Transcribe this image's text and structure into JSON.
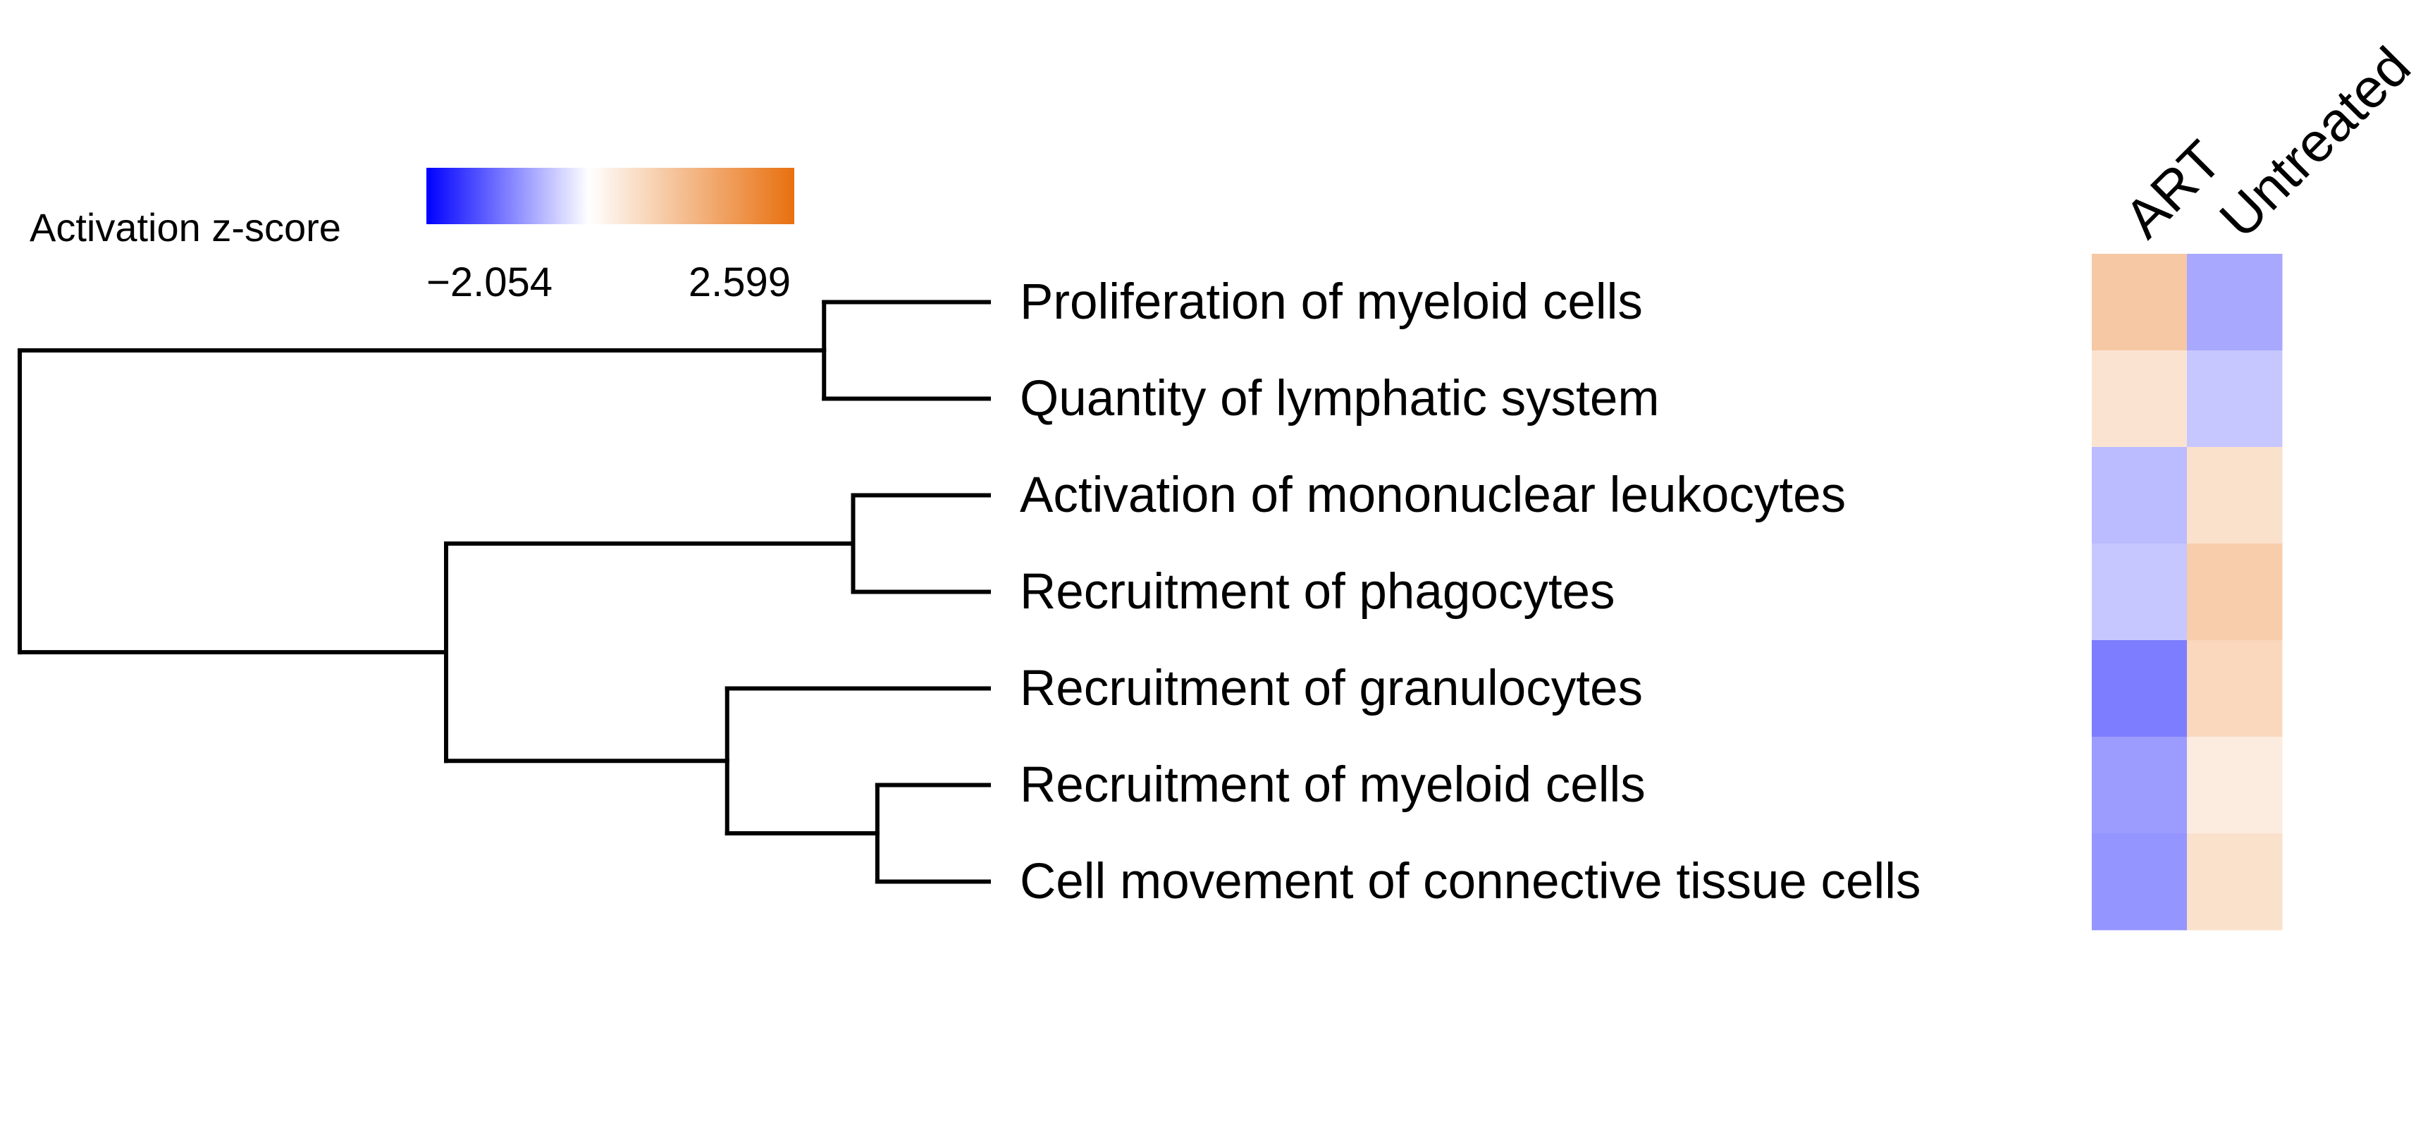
{
  "chart_data": {
    "type": "heatmap",
    "legend": {
      "title": "Activation z-score",
      "min_label": "−2.054",
      "max_label": "2.599",
      "min": -2.054,
      "max": 2.599,
      "color_low": "#0000ff",
      "color_mid": "#ffffff",
      "color_high": "#e8700f"
    },
    "columns": [
      "ART",
      "Untreated"
    ],
    "rows": [
      "Proliferation of myeloid cells",
      "Quantity of lymphatic system",
      "Activation of mononuclear leukocytes",
      "Recruitment of phagocytes",
      "Recruitment of granulocytes",
      "Recruitment of myeloid cells",
      "Cell movement of connective tissue cells"
    ],
    "values": [
      [
        1.0,
        -0.7
      ],
      [
        0.5,
        -0.45
      ],
      [
        -0.55,
        0.55
      ],
      [
        -0.45,
        0.9
      ],
      [
        -1.05,
        0.7
      ],
      [
        -0.8,
        0.35
      ],
      [
        -0.85,
        0.55
      ]
    ],
    "dendrogram": {
      "leaf_order": [
        0,
        1,
        2,
        3,
        4,
        5,
        6
      ],
      "merges": [
        {
          "left": "leaf:0",
          "right": "leaf:1",
          "height": 0.17
        },
        {
          "left": "leaf:2",
          "right": "leaf:3",
          "height": 0.14
        },
        {
          "left": "leaf:5",
          "right": "leaf:6",
          "height": 0.115
        },
        {
          "left": "leaf:4",
          "right": "node:2",
          "height": 0.27
        },
        {
          "left": "node:1",
          "right": "node:3",
          "height": 0.56
        },
        {
          "left": "node:0",
          "right": "node:4",
          "height": 1.0
        }
      ]
    }
  }
}
